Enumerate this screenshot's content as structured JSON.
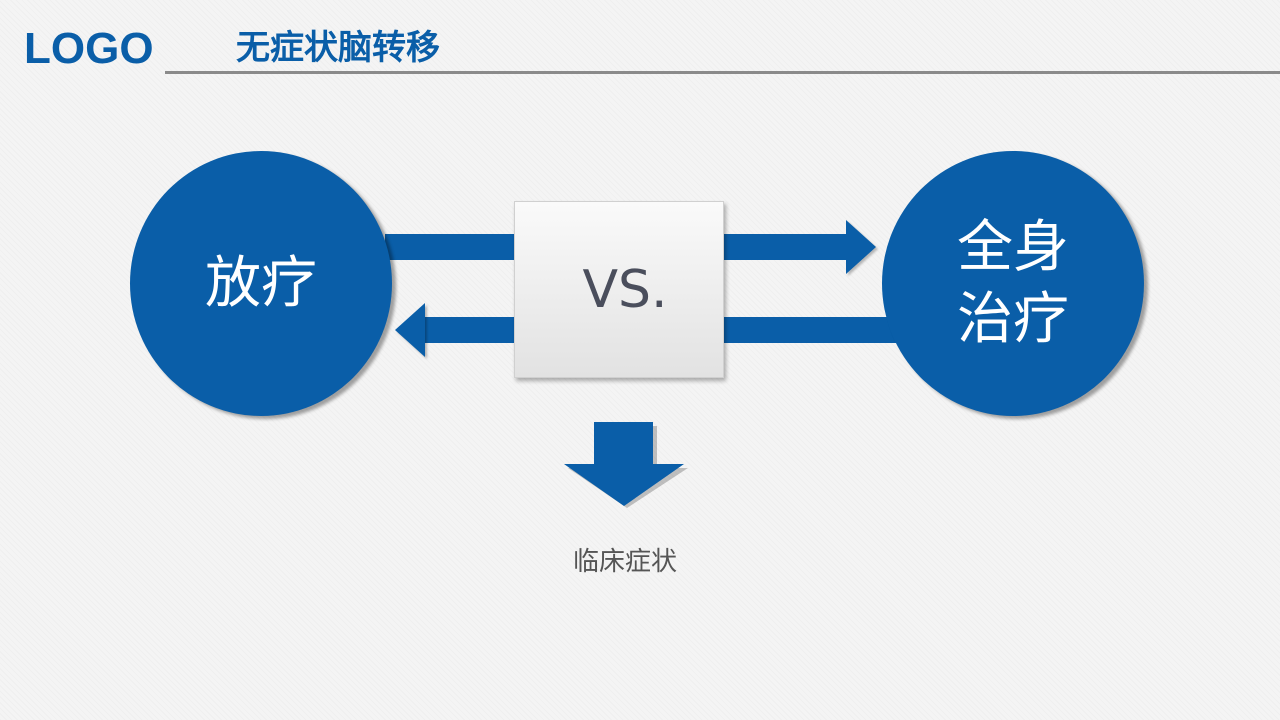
{
  "header": {
    "logo": "LOGO",
    "title": "无症状脑转移"
  },
  "diagram": {
    "left_circle": "放疗",
    "right_circle": "全身\n治疗",
    "center_box": "VS.",
    "bottom_label": "临床症状"
  },
  "colors": {
    "brand_blue": "#0a5ea8",
    "rule_gray": "#8a8a8a",
    "vs_text": "#4a4e5c"
  },
  "icons": [
    "arrow-right-icon",
    "arrow-left-icon",
    "arrow-down-icon"
  ]
}
